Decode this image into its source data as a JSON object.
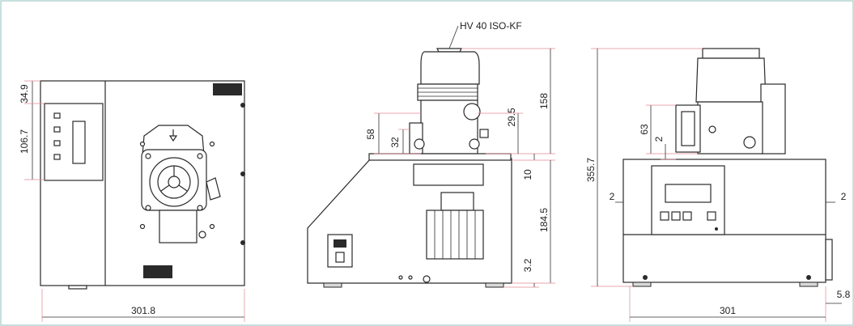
{
  "frame_color": "#8fc1bd",
  "extension_color": "#e08a94",
  "flange_label": "HV 40 ISO-KF",
  "front_view": {
    "dims": {
      "top_offset": "34.9",
      "panel_height": "106.7",
      "width": "301.8"
    }
  },
  "side_view": {
    "dims": {
      "inlet_height": "158",
      "gauge_offset": "29.5",
      "pump_depth": "58",
      "pump_low": "32",
      "plate": "10",
      "base_height": "184.5",
      "feet": "3.2"
    }
  },
  "rear_view": {
    "dims": {
      "total_height": "355.7",
      "rear_upper": "63",
      "rear_gap": "2",
      "left_margin": "2",
      "right_margin": "2",
      "width": "301",
      "foot": "5.8"
    }
  }
}
